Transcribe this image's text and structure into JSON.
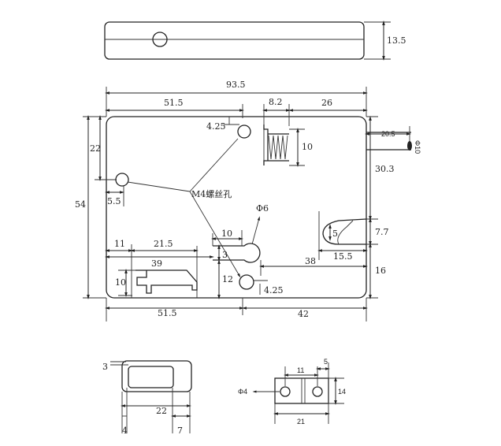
{
  "top_view": {
    "height_label": "13.5"
  },
  "main_view": {
    "overall_width": "93.5",
    "top_left_width": "51.5",
    "spring_width": "8.2",
    "top_right_width": "26",
    "left_hole_offset": "22",
    "overall_height": "54",
    "top_hole_offset": "4.25",
    "left_hole_edge": "5.5",
    "screw_hole_note": "M4螺丝孔",
    "keyhole_diameter": "Φ6",
    "spring_height": "10",
    "slot_length": "20.5",
    "rod_diameter": "Φ10",
    "right_upper_height": "30.3",
    "latch_gap": "5",
    "latch_height": "7.7",
    "latch_width": "15.5",
    "right_lower_height": "16",
    "keyhole_slot_width": "10",
    "keyhole_to_edge": "38",
    "dim_11": "11",
    "dim_21_5": "21.5",
    "dim_39": "39",
    "dim_3": "3",
    "dim_12": "12",
    "bracket_height": "10",
    "bottom_hole_offset": "4.25",
    "bottom_left_width": "51.5",
    "bottom_right_width": "42"
  },
  "detail_left": {
    "wall": "3",
    "width": "22",
    "left": "4",
    "right": "7"
  },
  "detail_right": {
    "hole": "Φ4",
    "spacing": "11",
    "edge": "5",
    "height": "14",
    "width": "21"
  }
}
